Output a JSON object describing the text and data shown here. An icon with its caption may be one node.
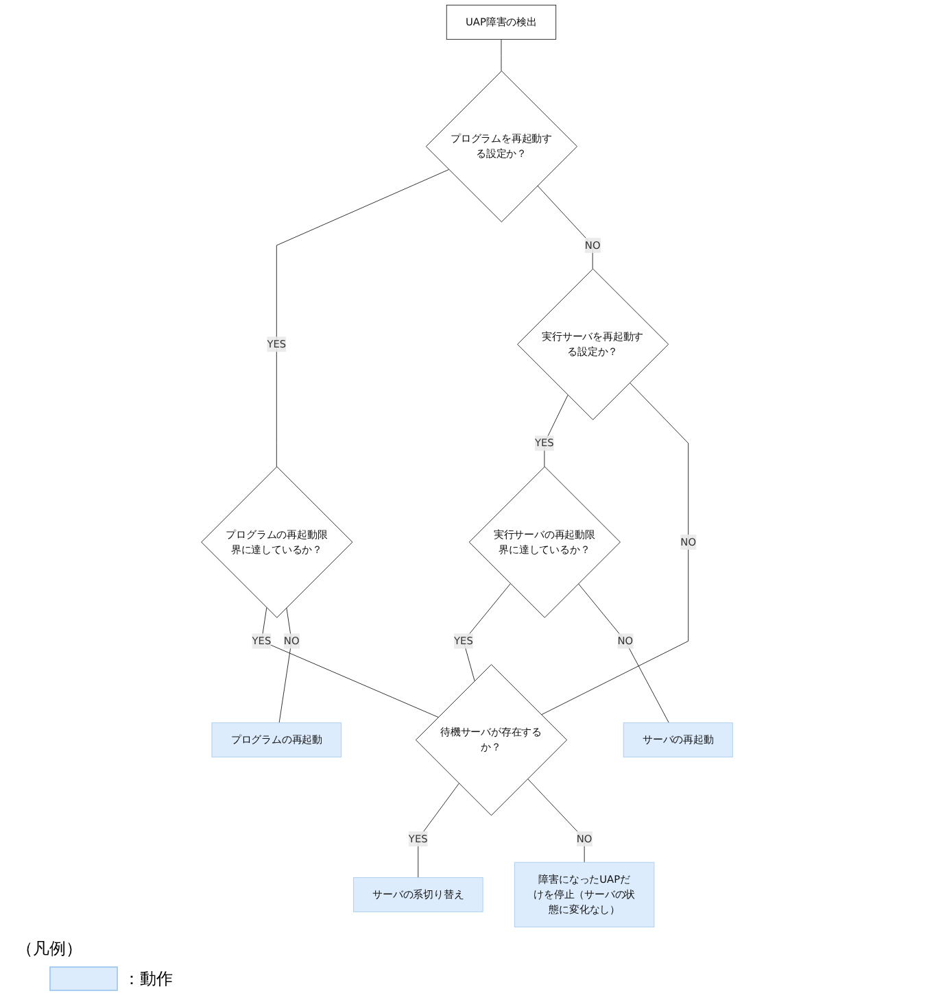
{
  "diagram": {
    "nodes": [
      {
        "text": [
          "UAP障害の検出"
        ]
      },
      {
        "text": [
          "プログラムを再起動する設定か？"
        ]
      },
      {
        "text": [
          "プログラムの再起動限界に達しているか？"
        ]
      },
      {
        "text": [
          "実行サーバを再起動する設定か？"
        ]
      },
      {
        "text": [
          "実行サーバの再起動限界に達しているか？"
        ]
      },
      {
        "text": [
          "待機サーバが存在するか？"
        ]
      },
      {
        "text": [
          "サーバの再起動"
        ]
      },
      {
        "text": [
          "プログラムの再起動"
        ]
      },
      {
        "text": [
          "サーバの系切り替え"
        ]
      },
      {
        "text": [
          "障害になったUAPだけを停止（サーバの状態に変化なし）"
        ]
      }
    ],
    "edges": [
      {
        "from": 0,
        "to": 1,
        "arrow": "none"
      },
      {
        "from": 1,
        "to": 2,
        "arrow": "none",
        "label": "YES"
      },
      {
        "from": 1,
        "to": 3,
        "arrow": "none",
        "label": "NO"
      },
      {
        "from": 2,
        "to": 5,
        "arrow": "none",
        "label": "YES"
      },
      {
        "from": 2,
        "to": 7,
        "arrow": "none",
        "label": "NO"
      },
      {
        "from": 3,
        "to": 4,
        "arrow": "none",
        "label": "YES"
      },
      {
        "from": 3,
        "to": 5,
        "arrow": "none",
        "label": "NO"
      },
      {
        "from": 4,
        "to": 5,
        "arrow": "none",
        "label": "YES"
      },
      {
        "from": 4,
        "to": 6,
        "arrow": "none",
        "label": "NO"
      },
      {
        "from": 5,
        "to": 8,
        "arrow": "none",
        "label": "YES"
      },
      {
        "from": 5,
        "to": 9,
        "arrow": "none",
        "label": "NO"
      }
    ],
    "labels": [
      "（凡例）"
    ],
    "legend": [
      {
        "text": "：動作",
        "color": "#ddecfc"
      }
    ]
  }
}
